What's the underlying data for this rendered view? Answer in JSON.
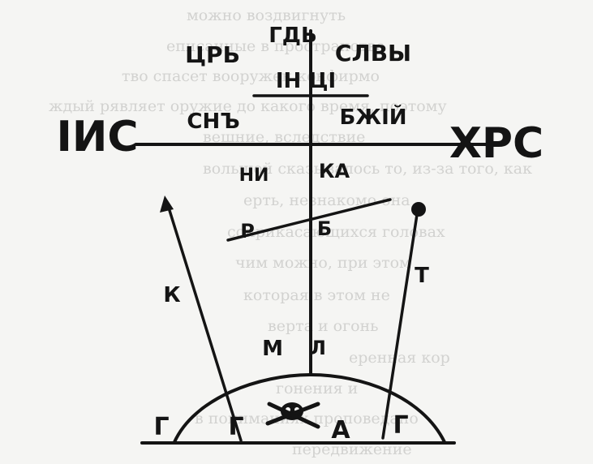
{
  "cross": {
    "top_left": "ЦРЬ",
    "top_center": "ГДЬ",
    "top_right": "СЛВЫ",
    "titulus": "ІН ЦІ",
    "mid_left": "СНЪ",
    "mid_right": "БЖІЙ",
    "far_left": "ІИС",
    "far_right": "ХРС",
    "under_left": "НИ",
    "under_right": "КА",
    "lower_left": "Р",
    "lower_right": "Б",
    "spear_label": "К",
    "sponge_label": "Т",
    "base_left": "М",
    "base_right": "Л",
    "ground": [
      "Г",
      "Г",
      "А",
      "Г"
    ]
  },
  "bleed_through": [
    "можно воздвигнуть",
    "еписанные в пространстве",
    "тво спасет вооружен конфирмо",
    "ждый рявляет оружие до какого время, поэтому",
    "вешние, вследствие",
    "вольшой сказывалось то, из-за того, как",
    "ерть, незнакомо она",
    "соприкасающихся головах",
    "чим можно, при этом",
    "которая в этом не",
    "верта и огонь",
    "еренная кор",
    "гонения и",
    "в пониманиях проповедано",
    "передвижение"
  ]
}
